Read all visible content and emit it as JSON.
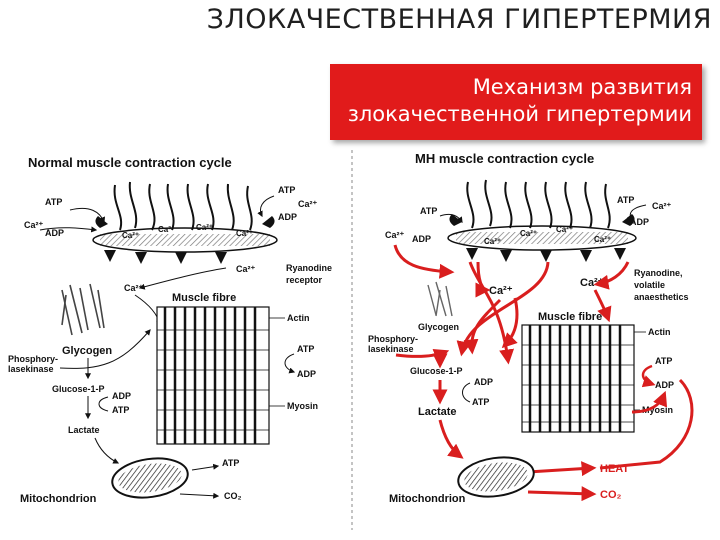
{
  "slide": {
    "title": "ЗЛОКАЧЕСТВЕННАЯ  ГИПЕРТЕРМИЯ",
    "box_line1": "Механизм развития",
    "box_line2": "злокачественной гипертермии"
  },
  "colors": {
    "accent_red": "#e11b1b",
    "arrow_red": "#d91e1e",
    "ink": "#111111"
  },
  "left": {
    "heading": "Normal muscle contraction cycle",
    "atp_top_left": "ATP",
    "ca_left": "Ca²⁺",
    "adp_left": "ADP",
    "atp_top_right": "ATP",
    "ca_top_right": "Ca²⁺",
    "adp_top_right": "ADP",
    "ca_inner1": "Ca²⁺",
    "ca_inner2": "Ca²⁺",
    "ca_inner3": "Ca²⁺",
    "ca_inner4": "Ca²⁺",
    "ca_below": "Ca²⁺",
    "ca_bottom": "Ca²⁺",
    "ryanodine": "Ryanodine",
    "receptor": "receptor",
    "muscle_fibre": "Muscle fibre",
    "actin": "Actin",
    "glycogen": "Glycogen",
    "phosphory": "Phosphory-",
    "lasekinase": "lasekinase",
    "atp_mid": "ATP",
    "adp_mid": "ADP",
    "glucose": "Glucose-1-P",
    "adp_low": "ADP",
    "atp_low": "ATP",
    "myosin": "Myosin",
    "lactate": "Lactate",
    "atp_mito": "ATP",
    "mitochondrion": "Mitochondrion",
    "co2": "CO₂"
  },
  "right": {
    "heading": "MH muscle contraction cycle",
    "atp_top_left": "ATP",
    "ca_left": "Ca²⁺",
    "adp_left": "ADP",
    "atp_top_right": "ATP",
    "ca_top_right": "Ca²⁺",
    "adp_top_right": "ADP",
    "ca_inner1": "Ca²⁺",
    "ca_inner2": "Ca²⁺",
    "ca_inner3": "Ca²⁺",
    "ca_inner4": "Ca²⁺",
    "ca_mid": "Ca²⁺",
    "ca_right": "Ca²⁺",
    "ryanodine": "Ryanodine,",
    "volatile": "volatile",
    "anaesthetics": "anaesthetics",
    "glycogen": "Glycogen",
    "muscle_fibre": "Muscle fibre",
    "actin": "Actin",
    "phosphory": "Phosphory-",
    "lasekinase": "lasekinase",
    "glucose": "Glucose-1-P",
    "adp_low": "ADP",
    "atp_low": "ATP",
    "atp_side": "ATP",
    "adp_side": "ADP",
    "myosin": "Myosin",
    "lactate": "Lactate",
    "heat": "HEAT",
    "mitochondrion": "Mitochondrion",
    "co2": "CO₂"
  }
}
